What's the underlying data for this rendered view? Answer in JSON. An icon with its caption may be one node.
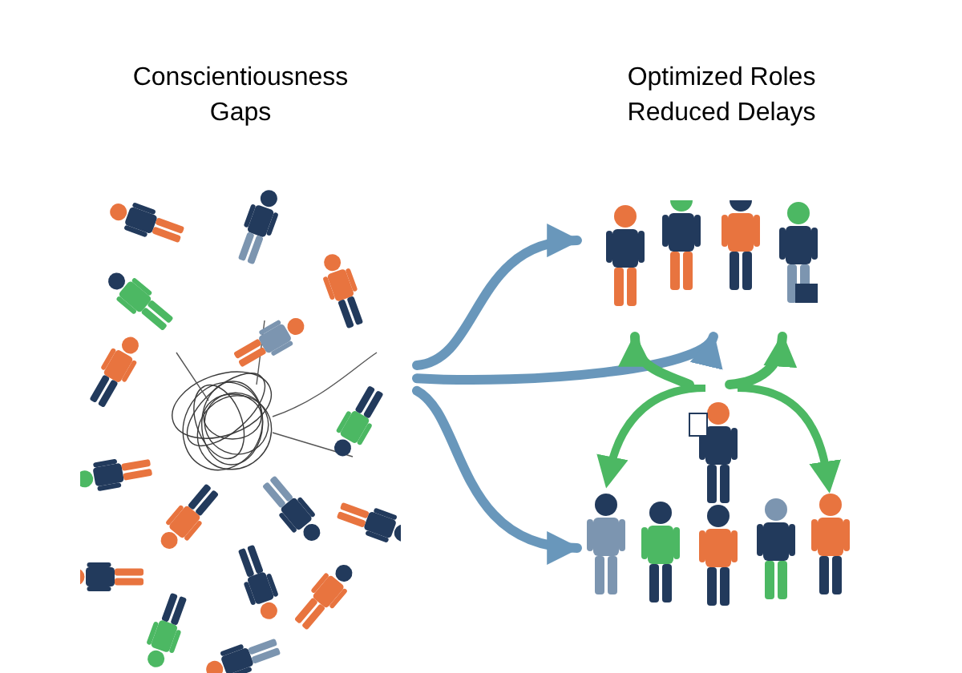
{
  "diagram": {
    "nodes": [
      {
        "text": [
          "Conscientiousness Gaps"
        ]
      },
      {
        "text": [
          "Optimized Roles Reduced Delays"
        ]
      },
      {
        "text": [],
        "shape": "picture"
      }
    ],
    "edges": [
      {
        "from": 0,
        "to": 1,
        "arrow": "to"
      },
      {
        "from": 0,
        "to": 1,
        "arrow": "to"
      },
      {
        "from": 0,
        "to": 2,
        "arrow": "to"
      },
      {
        "from": 2,
        "to": 1,
        "arrow": "to",
        "color": "#4cb863"
      },
      {
        "from": 2,
        "to": 1,
        "arrow": "to",
        "color": "#4cb863"
      }
    ]
  }
}
